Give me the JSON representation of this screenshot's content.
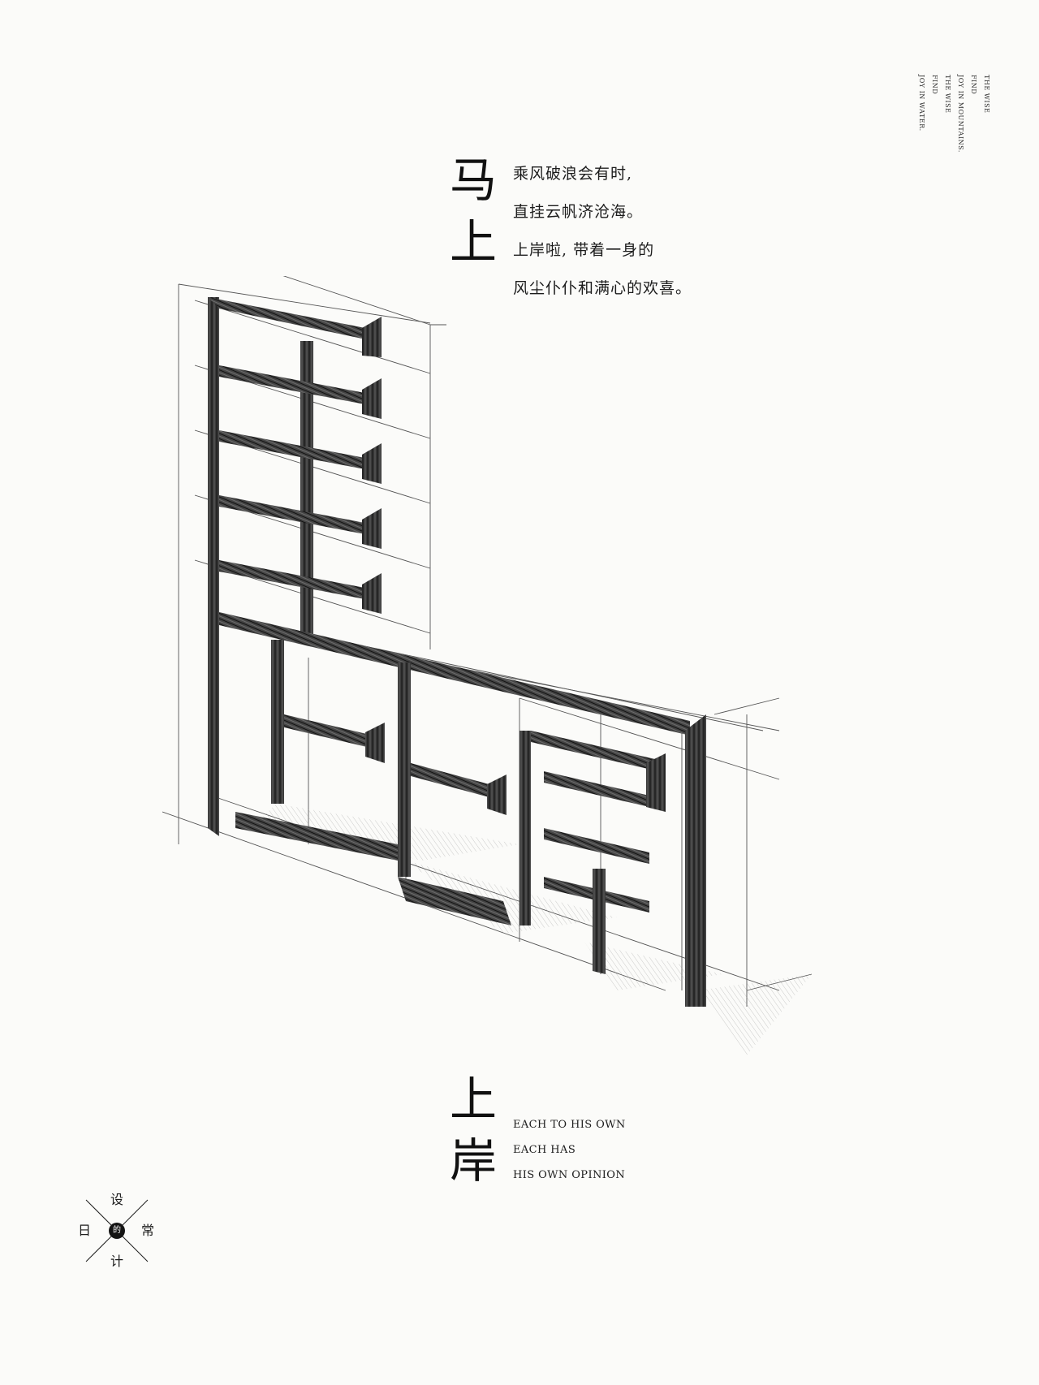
{
  "vertical_english": [
    "THE WISE",
    "FIND",
    "JOY IN MOUNTAINS.",
    "THE WISE",
    "FIND",
    "JOY IN WATER."
  ],
  "title_chars": [
    "马",
    "上"
  ],
  "poem_lines": [
    "乘风破浪会有时,",
    "直挂云帆济沧海。",
    "上岸啦, 带着一身的",
    "风尘仆仆和满心的欢喜。"
  ],
  "bottom_chars": [
    "上",
    "岸"
  ],
  "bottom_english": [
    "EACH TO HIS OWN",
    "EACH HAS",
    "HIS OWN OPINION"
  ],
  "logo": {
    "top": "设",
    "left": "日",
    "right": "常",
    "bottom": "计",
    "center": "的"
  },
  "colors": {
    "ink": "#141414",
    "paper": "#fbfbf9"
  }
}
